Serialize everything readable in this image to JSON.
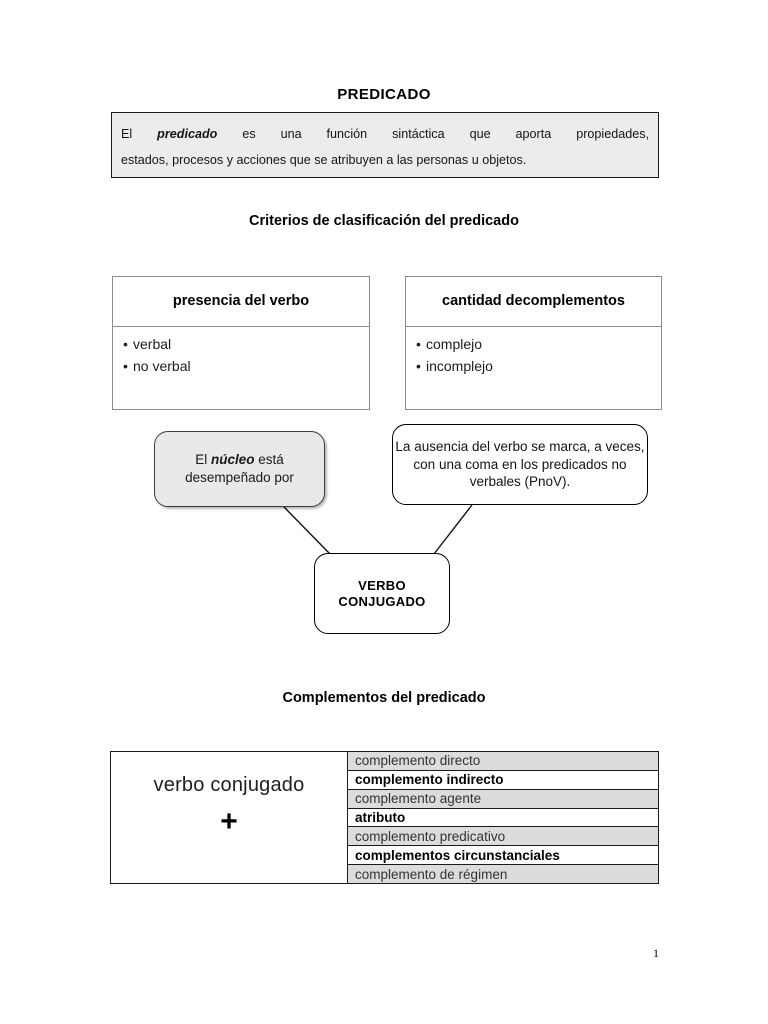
{
  "document": {
    "title": "PREDICADO",
    "page_number": "1"
  },
  "definition": {
    "line1_before": "El",
    "line1_keyword": "predicado",
    "line1_after": "es una función sintáctica que aporta propiedades,",
    "line2": "estados, procesos y acciones que se atribuyen a las personas u objetos.",
    "background": "#ececec"
  },
  "sections": {
    "criterios_heading": "Criterios de clasificación del predicado",
    "complementos_heading": "Complementos del predicado"
  },
  "criteria": [
    {
      "header": "presencia del verbo",
      "items": [
        "verbal",
        "no verbal"
      ]
    },
    {
      "header_line1": "cantidad de",
      "header_line2": "complementos",
      "items": [
        "complejo",
        "incomplejo"
      ]
    }
  ],
  "callouts": {
    "nucleo": {
      "before": "El",
      "keyword": "núcleo",
      "after": "está desempeñado por",
      "background": "#e9e9e9"
    },
    "ausencia": {
      "text": "La ausencia del verbo se marca, a veces, con una coma en los predicados no verbales (PnoV)."
    },
    "verbo_conjugado": {
      "line1": "VERBO",
      "line2": "CONJUGADO"
    }
  },
  "complements_table": {
    "left_label": "verbo conjugado",
    "plus_symbol": "+",
    "rows": [
      {
        "label": "complemento directo",
        "style": "shaded"
      },
      {
        "label": "complemento indirecto",
        "style": "plain"
      },
      {
        "label": "complemento agente",
        "style": "shaded"
      },
      {
        "label": "atributo",
        "style": "plain"
      },
      {
        "label": "complemento predicativo",
        "style": "shaded"
      },
      {
        "label": "complementos circunstanciales",
        "style": "plain"
      },
      {
        "label": "complemento de régimen",
        "style": "shaded"
      }
    ]
  }
}
